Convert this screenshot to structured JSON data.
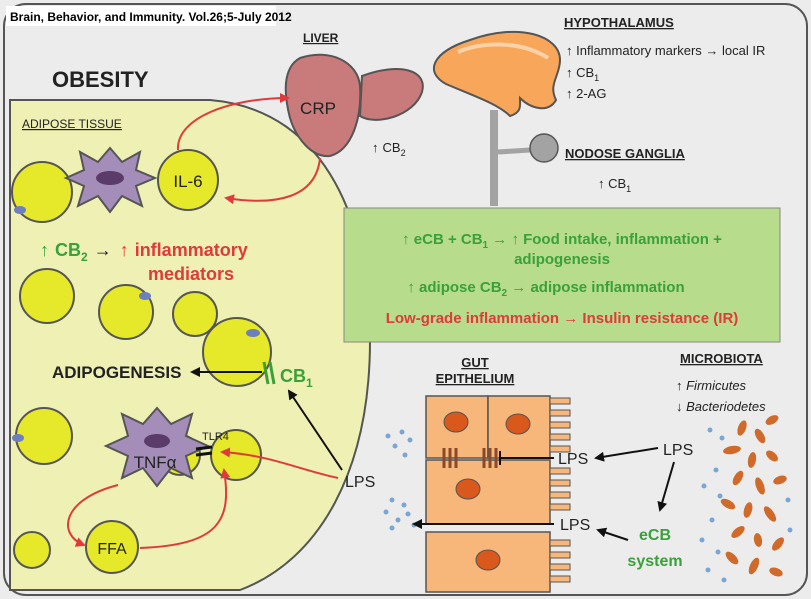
{
  "citation": "Brain, Behavior, and Immunity. Vol.26;5-July 2012",
  "obesity_title": "OBESITY",
  "adipose_tissue_label": "ADIPOSE TISSUE",
  "liver": {
    "label": "LIVER",
    "crp": "CRP",
    "cb2_arrow": "↑",
    "cb2_text": "CB",
    "cb2_sub": "2"
  },
  "il6": "IL-6",
  "adipose_effect": {
    "arrow1": "↑",
    "cb": "CB",
    "sub": "2",
    "arrow2": "→",
    "arrow3": "↑",
    "line1": "inflammatory",
    "line2": "mediators"
  },
  "adipogenesis": "ADIPOGENESIS",
  "cb1_receptor": {
    "text": "CB",
    "sub": "1"
  },
  "tnf": "TNFα",
  "tlr4": "TLR4",
  "ffa": "FFA",
  "lps_adipose": "LPS",
  "hypothalamus": {
    "label": "HYPOTHALAMUS",
    "line1": "↑ Inflammatory markers → local IR",
    "line2_text": "↑ CB",
    "line2_sub": "1",
    "line3": "↑ 2-AG"
  },
  "nodose": {
    "label": "NODOSE GANGLIA",
    "text": "↑ CB",
    "sub": "1"
  },
  "summary": {
    "line1a": "↑ eCB + CB",
    "line1_sub": "1",
    "line1b": " → ↑ Food intake, inflammation +",
    "line2": "adipogenesis",
    "line3": "↑ adipose CB",
    "line3_sub": "2",
    "line3b": " → adipose inflammation",
    "line4": "Low-grade inflammation → Insulin resistance (IR)"
  },
  "gut": {
    "label_line1": "GUT",
    "label_line2": "EPITHELIUM",
    "lps1": "LPS",
    "lps2": "LPS"
  },
  "microbiota": {
    "label": "MICROBIOTA",
    "line1": "↑ Firmicutes",
    "line2": "↓ Bacteriodetes",
    "lps": "LPS"
  },
  "ecb_system": {
    "line1": "eCB",
    "line2": "system"
  },
  "colors": {
    "red": "#e03a3a",
    "green": "#3aa13a",
    "adipose_fill": "#eef0b4",
    "cell_yellow": "#e6e82a",
    "liver": "#c97a7a",
    "hypothalamus": "#f7a65a",
    "cell_purple": "#a58db9",
    "gut": "#f7b77a",
    "bacteria": "#d06a2a",
    "lps_dots": "#7aa6d6",
    "summary_box": "#b7dc8c"
  }
}
